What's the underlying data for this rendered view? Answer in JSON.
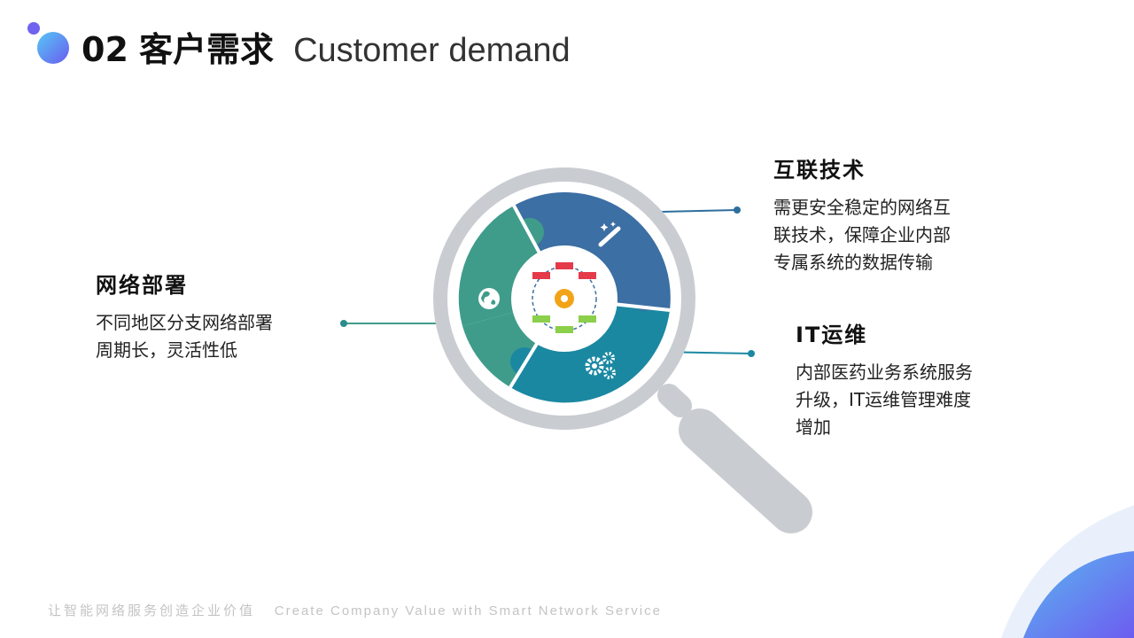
{
  "header": {
    "number": "02",
    "title_cn": "客户需求",
    "title_en": "Customer demand"
  },
  "blocks": {
    "network": {
      "heading": "网络部署",
      "lines": [
        "不同地区分支网络部署",
        "周期长，灵活性低"
      ]
    },
    "internet": {
      "heading": "互联技术",
      "lines": [
        "需更安全稳定的网络互",
        "联技术，保障企业内部",
        "专属系统的数据传输"
      ]
    },
    "it_ops": {
      "heading": "IT运维",
      "lines": [
        "内部医药业务系统服务",
        "升级，IT运维管理难度",
        "增加"
      ]
    }
  },
  "footer": {
    "slogan_cn": "让智能网络服务创造企业价值",
    "slogan_en": "Create Company Value with Smart Network Service"
  },
  "colors": {
    "green": "#3f9c8a",
    "blue": "#3c6fa3",
    "teal": "#1b88a2",
    "gray": "#c9cdd2",
    "accent_dot_left": "#2a8c8c",
    "accent_dot_right": "#2e6e9e"
  },
  "icons": {
    "globe": "globe-icon",
    "wand": "magic-wand-icon",
    "gears": "gears-icon",
    "hub": "network-cycle-icon"
  }
}
